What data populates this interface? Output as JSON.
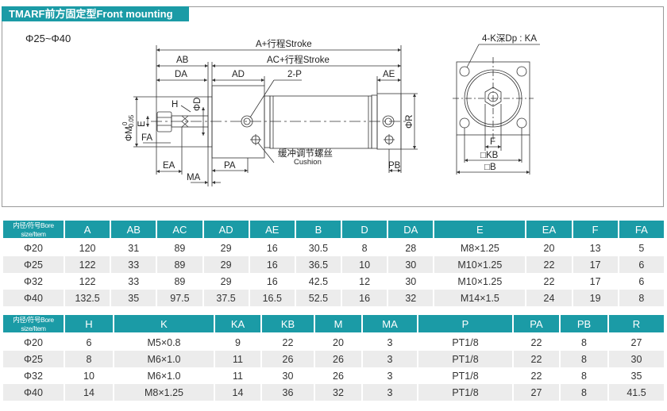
{
  "title": "TMARF前方固定型Front mounting type",
  "drawing": {
    "bore_range": "Φ25~Φ40",
    "A_stroke": "A+行程Stroke",
    "AC_stroke": "AC+行程Stroke",
    "AB": "AB",
    "DA": "DA",
    "AD": "AD",
    "AE": "AE",
    "two_p": "2-P",
    "H": "H",
    "D": "ΦD",
    "E": "E",
    "FA": "FA",
    "M": "ΦM",
    "M_tol_upper": "0",
    "M_tol_lower": "-0.05",
    "R": "ΦR",
    "EA": "EA",
    "MA": "MA",
    "PA": "PA",
    "PB": "PB",
    "cushion_cn": "缓冲调节螺丝",
    "cushion_en": "Cushion",
    "four_k": "4-K深Dp : KA",
    "F": "F",
    "KB": "□KB",
    "B": "□B"
  },
  "table1": {
    "headers": [
      "内径/符号Bore size/Item",
      "A",
      "AB",
      "AC",
      "AD",
      "AE",
      "B",
      "D",
      "DA",
      "E",
      "EA",
      "F",
      "FA"
    ],
    "rows": [
      [
        "Φ20",
        "120",
        "31",
        "89",
        "29",
        "16",
        "30.5",
        "8",
        "28",
        "M8×1.25",
        "20",
        "13",
        "5"
      ],
      [
        "Φ25",
        "122",
        "33",
        "89",
        "29",
        "16",
        "36.5",
        "10",
        "30",
        "M10×1.25",
        "22",
        "17",
        "6"
      ],
      [
        "Φ32",
        "122",
        "33",
        "89",
        "29",
        "16",
        "42.5",
        "12",
        "30",
        "M10×1.25",
        "22",
        "17",
        "6"
      ],
      [
        "Φ40",
        "132.5",
        "35",
        "97.5",
        "37.5",
        "16.5",
        "52.5",
        "16",
        "32",
        "M14×1.5",
        "24",
        "19",
        "8"
      ]
    ]
  },
  "table2": {
    "headers": [
      "内径/符号Bore size/Item",
      "H",
      "K",
      "KA",
      "KB",
      "M",
      "MA",
      "P",
      "PA",
      "PB",
      "R"
    ],
    "rows": [
      [
        "Φ20",
        "6",
        "M5×0.8",
        "9",
        "22",
        "20",
        "3",
        "PT1/8",
        "22",
        "8",
        "27"
      ],
      [
        "Φ25",
        "8",
        "M6×1.0",
        "11",
        "26",
        "26",
        "3",
        "PT1/8",
        "22",
        "8",
        "30"
      ],
      [
        "Φ32",
        "10",
        "M6×1.0",
        "11",
        "30",
        "26",
        "3",
        "PT1/8",
        "22",
        "8",
        "35"
      ],
      [
        "Φ40",
        "14",
        "M8×1.25",
        "14",
        "36",
        "32",
        "3",
        "PT1/8",
        "27",
        "8",
        "41.5"
      ]
    ]
  }
}
